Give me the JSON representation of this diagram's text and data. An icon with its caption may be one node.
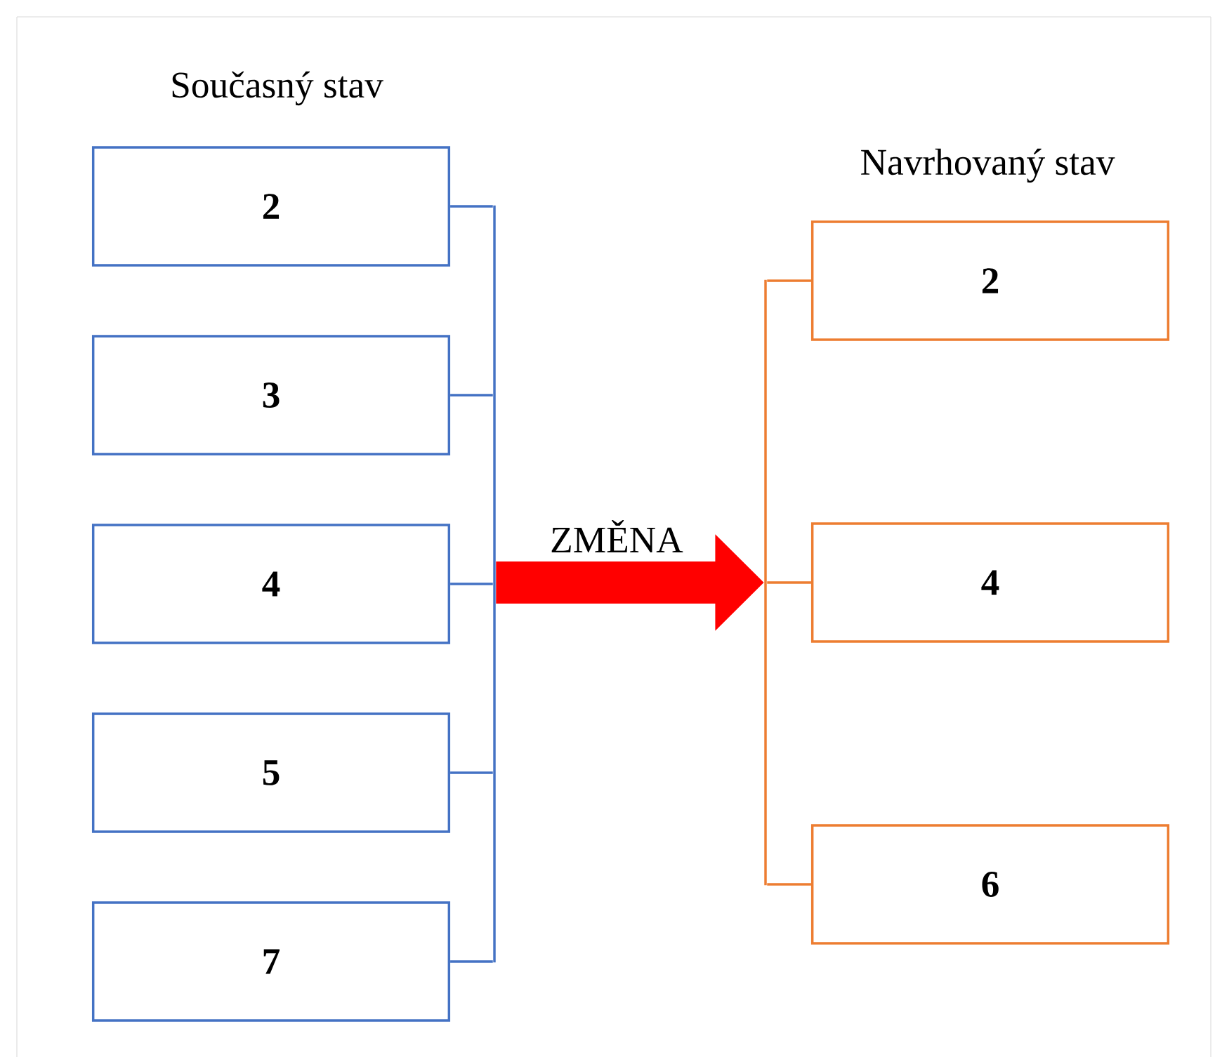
{
  "diagram": {
    "nodes": [
      {
        "text": [
          "**2**"
        ]
      },
      {
        "text": [
          "**3**"
        ]
      },
      {
        "text": [
          "**4**"
        ]
      },
      {
        "text": [
          "**5**"
        ]
      },
      {
        "text": [
          "**7**"
        ]
      },
      {
        "text": [],
        "shape": "bar"
      },
      {
        "text": [],
        "shape": "bar"
      },
      {
        "text": [
          "**2**"
        ]
      },
      {
        "text": [
          "**4**"
        ]
      },
      {
        "text": [
          "**6**"
        ]
      }
    ],
    "edges": [
      {
        "from": 0,
        "to": 5,
        "arrow": "none"
      },
      {
        "from": 1,
        "to": 5,
        "arrow": "none"
      },
      {
        "from": 2,
        "to": 5,
        "arrow": "none"
      },
      {
        "from": 3,
        "to": 5,
        "arrow": "none"
      },
      {
        "from": 4,
        "to": 5,
        "arrow": "none"
      },
      {
        "from": 5,
        "to": 6,
        "arrow": "to",
        "label": "ZMĚNA",
        "style": "thick",
        "color": "#ff0000"
      },
      {
        "from": 6,
        "to": 7,
        "arrow": "none",
        "color": "#ed7d31"
      },
      {
        "from": 6,
        "to": 8,
        "arrow": "none",
        "color": "#ed7d31"
      },
      {
        "from": 6,
        "to": 9,
        "arrow": "none",
        "color": "#ed7d31"
      }
    ],
    "labels": [
      "Současný stav",
      "Navrhovaný stav"
    ]
  }
}
